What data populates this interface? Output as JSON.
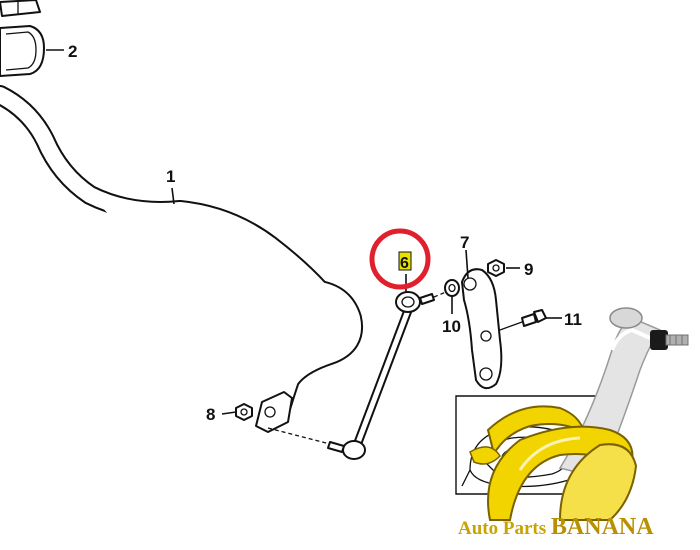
{
  "callouts": {
    "c1": "1",
    "c2": "2",
    "c6": "6",
    "c7": "7",
    "c8": "8",
    "c9": "9",
    "c10": "10",
    "c11": "11"
  },
  "watermark": {
    "line1": "Auto Parts ",
    "line2": "BANANA"
  },
  "colors": {
    "highlight_ring": "#e0202c",
    "highlight_box": "#e8e000",
    "banana": "#f2d400",
    "brand_text": "#c8a400"
  }
}
